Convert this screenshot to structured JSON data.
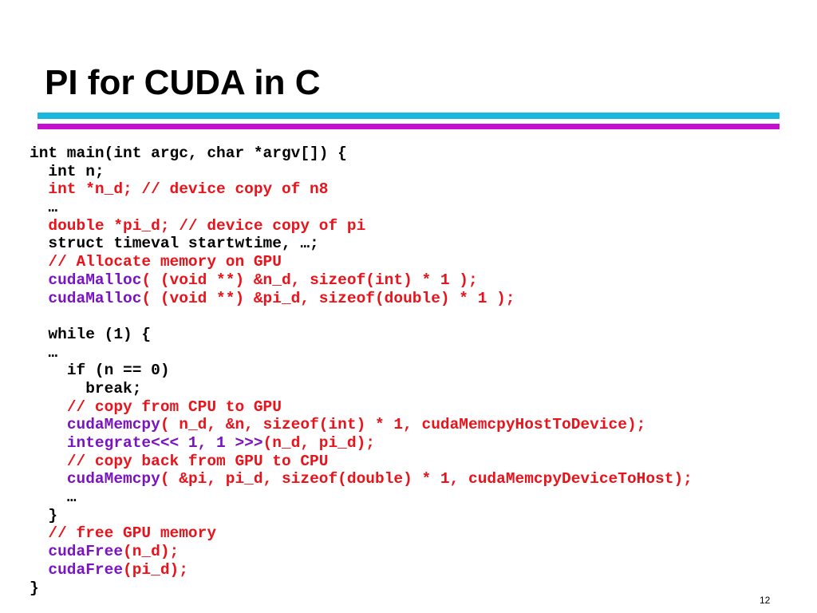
{
  "slide": {
    "title": "PI for CUDA in C",
    "page_number": "12"
  },
  "colors": {
    "black": "#000000",
    "red": "#e8131b",
    "purple": "#7a13c2",
    "rule_cyan": "#19b8dc",
    "rule_magenta": "#c40fd0"
  },
  "code": [
    {
      "indent": 0,
      "tokens": [
        {
          "text": "int main(int argc, char *argv[]) {",
          "color": "black"
        }
      ]
    },
    {
      "indent": 1,
      "tokens": [
        {
          "text": "int n;",
          "color": "black"
        }
      ]
    },
    {
      "indent": 1,
      "tokens": [
        {
          "text": "int *n_d; // device copy of n8",
          "color": "red"
        }
      ]
    },
    {
      "indent": 1,
      "tokens": [
        {
          "text": "…",
          "color": "black"
        }
      ]
    },
    {
      "indent": 1,
      "tokens": [
        {
          "text": "double *pi_d; // device copy of pi",
          "color": "red"
        }
      ]
    },
    {
      "indent": 1,
      "tokens": [
        {
          "text": "struct timeval startwtime, …;",
          "color": "black"
        }
      ]
    },
    {
      "indent": 1,
      "tokens": [
        {
          "text": "// Allocate memory on GPU",
          "color": "red"
        }
      ]
    },
    {
      "indent": 1,
      "tokens": [
        {
          "text": "cudaMalloc",
          "color": "purple"
        },
        {
          "text": "( (void **) &n_d, sizeof(int) * 1 );",
          "color": "red"
        }
      ]
    },
    {
      "indent": 1,
      "tokens": [
        {
          "text": "cudaMalloc",
          "color": "purple"
        },
        {
          "text": "( (void **) &pi_d, sizeof(double) * 1 );",
          "color": "red"
        }
      ]
    },
    {
      "indent": 0,
      "tokens": []
    },
    {
      "indent": 1,
      "tokens": [
        {
          "text": "while (1) {",
          "color": "black"
        }
      ]
    },
    {
      "indent": 1,
      "tokens": [
        {
          "text": "…",
          "color": "black"
        }
      ]
    },
    {
      "indent": 2,
      "tokens": [
        {
          "text": "if (n == 0)",
          "color": "black"
        }
      ]
    },
    {
      "indent": 3,
      "tokens": [
        {
          "text": "break;",
          "color": "black"
        }
      ]
    },
    {
      "indent": 2,
      "tokens": [
        {
          "text": "// copy from CPU to GPU",
          "color": "red"
        }
      ]
    },
    {
      "indent": 2,
      "tokens": [
        {
          "text": "cudaMemcpy",
          "color": "purple"
        },
        {
          "text": "( n_d, &n, sizeof(int) * 1, cudaMemcpyHostToDevice);",
          "color": "red"
        }
      ]
    },
    {
      "indent": 2,
      "tokens": [
        {
          "text": "integrate<<< 1, 1 >>>",
          "color": "purple"
        },
        {
          "text": "(n_d, pi_d);",
          "color": "red"
        }
      ]
    },
    {
      "indent": 2,
      "tokens": [
        {
          "text": "// copy back from GPU to CPU",
          "color": "red"
        }
      ]
    },
    {
      "indent": 2,
      "tokens": [
        {
          "text": "cudaMemcpy",
          "color": "purple"
        },
        {
          "text": "( &pi, pi_d, sizeof(double) * 1, cudaMemcpyDeviceToHost);",
          "color": "red"
        }
      ]
    },
    {
      "indent": 2,
      "tokens": [
        {
          "text": "…",
          "color": "black"
        }
      ]
    },
    {
      "indent": 1,
      "tokens": [
        {
          "text": "}",
          "color": "black"
        }
      ]
    },
    {
      "indent": 1,
      "tokens": [
        {
          "text": "// free GPU memory",
          "color": "red"
        }
      ]
    },
    {
      "indent": 1,
      "tokens": [
        {
          "text": "cudaFree",
          "color": "purple"
        },
        {
          "text": "(n_d);",
          "color": "red"
        }
      ]
    },
    {
      "indent": 1,
      "tokens": [
        {
          "text": "cudaFree",
          "color": "purple"
        },
        {
          "text": "(pi_d);",
          "color": "red"
        }
      ]
    },
    {
      "indent": 0,
      "tokens": [
        {
          "text": "}",
          "color": "black"
        }
      ]
    }
  ]
}
